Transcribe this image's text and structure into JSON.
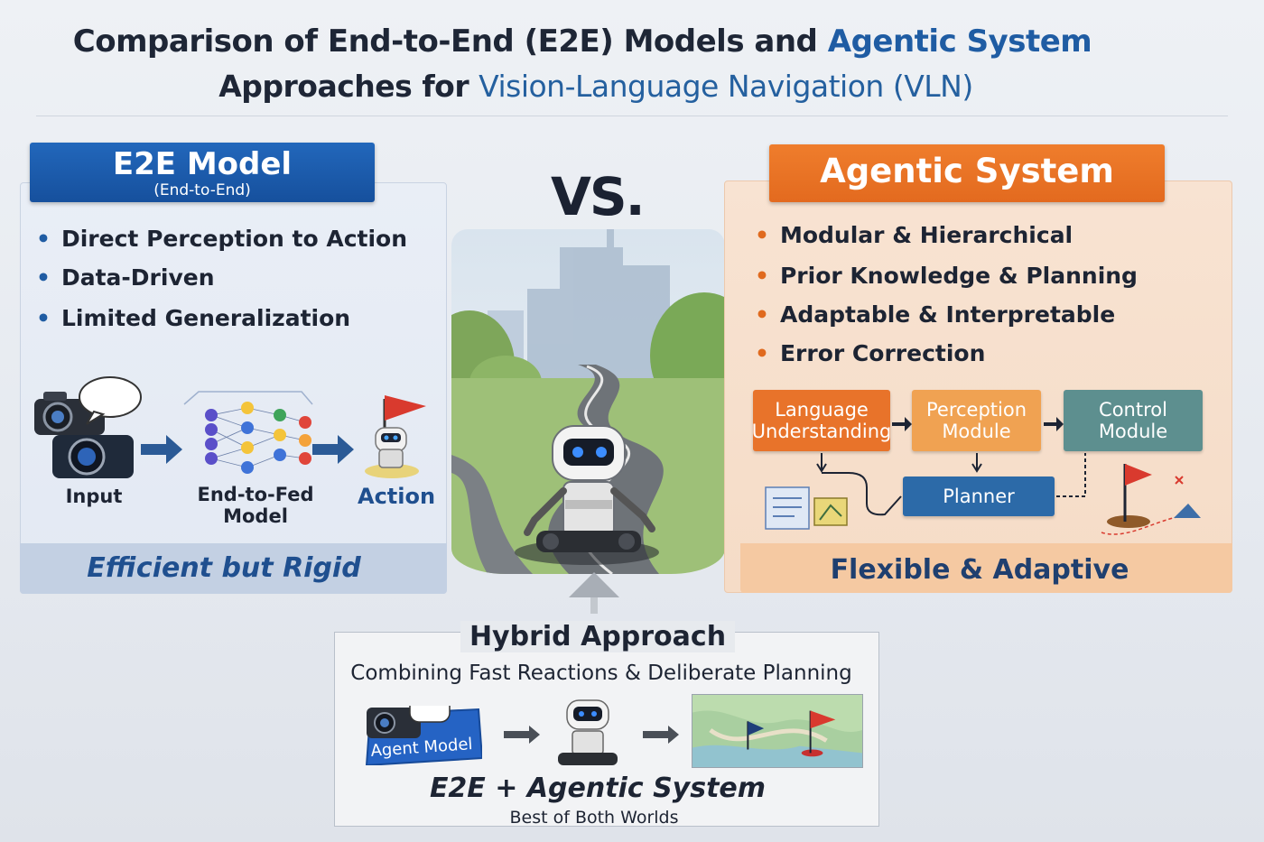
{
  "title": {
    "line1_part1": "Comparison of End-to-End (E2E) Models and ",
    "line1_part2": "Agentic System",
    "line2_part1": "Approaches for ",
    "line2_part2": "Vision-Language Navigation (VLN)"
  },
  "vs_label": "VS.",
  "e2e": {
    "title": "E2E Model",
    "subtitle": "(End-to-End)",
    "bullets": [
      "Direct Perception to Action",
      "Data-Driven",
      "Limited Generalization"
    ],
    "flow": {
      "input": "Input",
      "model": "End-to-Fed Model",
      "action": "Action"
    },
    "footer": "Efficient but Rigid"
  },
  "agentic": {
    "title": "Agentic System",
    "bullets": [
      "Modular & Hierarchical",
      "Prior Knowledge & Planning",
      "Adaptable & Interpretable",
      "Error Correction"
    ],
    "modules": {
      "language": "Language Understanding",
      "perception": "Perception Module",
      "control": "Control Module",
      "planner": "Planner"
    },
    "footer": "Flexible & Adaptive"
  },
  "hybrid": {
    "title": "Hybrid Approach",
    "subtitle": "Combining Fast Reactions & Deliberate Planning",
    "agent_label": "Agent Model",
    "combo": "E2E + Agentic System",
    "tagline": "Best of Both Worlds"
  },
  "colors": {
    "e2e_blue": "#1f5ca3",
    "agentic_orange": "#e8732a",
    "perception_orange": "#f0a252",
    "control_teal": "#5d8f8f",
    "planner_blue": "#2c6aa8"
  }
}
